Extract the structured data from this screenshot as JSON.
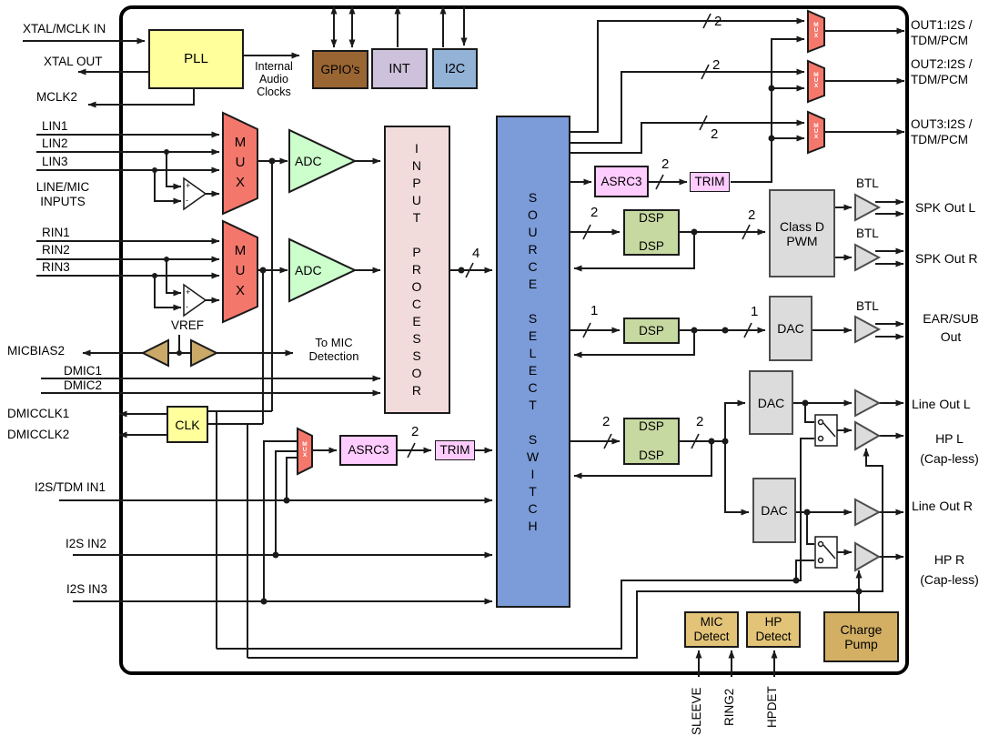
{
  "blocks": {
    "pll": "PLL",
    "gpio": "GPIO's",
    "int": "INT",
    "i2c": "I2C",
    "clk": "CLK",
    "input_processor": "I\nN\nP\nU\nT\n\nP\nR\nO\nC\nE\nS\nS\nO\nR",
    "source_select_switch": "S\nO\nU\nR\nC\nE\n\nS\nE\nL\nE\nC\nT\n\nS\nW\nI\nT\nC\nH",
    "mux": "M\nU\nX",
    "mux_small": "M\nU\nX",
    "adc": "ADC",
    "asrc3": "ASRC3",
    "trim": "TRIM",
    "dsp": "DSP",
    "class_d": "Class D\nPWM",
    "dac": "DAC",
    "mic_detect": "MIC\nDetect",
    "hp_detect": "HP\nDetect",
    "charge_pump": "Charge\nPump"
  },
  "pins": {
    "left": [
      "XTAL/MCLK IN",
      "XTAL OUT",
      "MCLK2",
      "LIN1",
      "LIN2",
      "LIN3",
      "RIN1",
      "RIN2",
      "RIN3",
      "MICBIAS2",
      "DMIC1",
      "DMIC2",
      "DMICCLK1",
      "DMICCLK2",
      "I2S/TDM IN1",
      "I2S IN2",
      "I2S IN3"
    ],
    "right": [
      "OUT1:I2S /\nTDM/PCM",
      "OUT2:I2S /\nTDM/PCM",
      "OUT3:I2S /\nTDM/PCM",
      "SPK Out L",
      "SPK Out R",
      "EAR/SUB\nOut",
      "Line Out L",
      "HP L\n(Cap-less)",
      "Line Out R",
      "HP R\n(Cap-less)"
    ],
    "bottom": [
      "SLEEVE",
      "RING2",
      "HPDET"
    ]
  },
  "annotations": {
    "internal_audio_clocks": "Internal\nAudio\nClocks",
    "line_mic_inputs": "LINE/MIC\nINPUTS",
    "vref": "VREF",
    "to_mic_detection": "To MIC\nDetection",
    "btl": "BTL",
    "plus": "+",
    "minus": "-"
  },
  "bus_widths": {
    "out1": "2",
    "out2": "2",
    "out3": "2",
    "adc_bus": "4",
    "asrc3_top": "2",
    "asrc3_bottom": "2",
    "spk_in": "2",
    "spk_out": "2",
    "ear_in": "1",
    "ear_out": "1",
    "line_in": "2",
    "line_out": "2"
  },
  "colors": {
    "mux_fill": "#F4776C",
    "source_select": "#7B9BD9",
    "input_processor": "#F2DCDB",
    "dsp": "#C6D9A0",
    "asrc_trim": "#FFCCFF",
    "clock_yellow": "#FFFF9C",
    "gray_block": "#DCDCDC",
    "detect_gold": "#E2C377",
    "charge_pump_gold": "#D2AF63",
    "adc_green": "#CCFFCC",
    "gpio_brown": "#996633",
    "int_lavender": "#CDC1DB",
    "i2c_blue": "#92B2D6"
  }
}
